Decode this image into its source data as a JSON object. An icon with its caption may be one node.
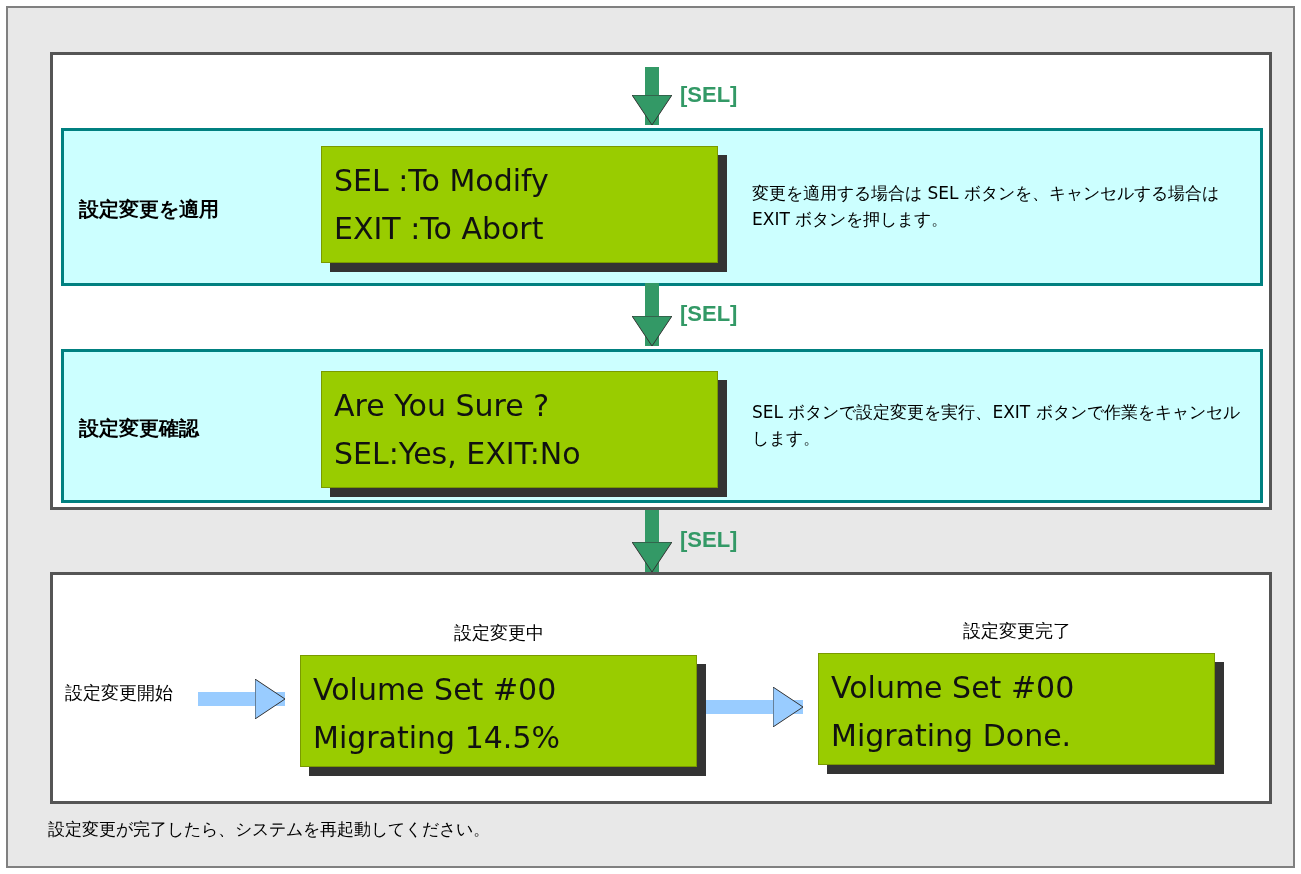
{
  "diagram": {
    "nodes": [
      {
        "text": [],
        "shape": "box"
      },
      {
        "text": [
          "設定変更を適用",
          "変更を適用する場合は SEL ボタンを、キャンセルする場合は EXIT ボタンを押します。"
        ],
        "in": 0
      },
      {
        "text": [
          "SEL :To Modify",
          "EXIT :To Abort"
        ],
        "in": 1
      },
      {
        "text": [
          "設定変更確認",
          "SEL ボタンで設定変更を実行、EXIT ボタンで作業をキャンセルします。"
        ],
        "in": 0
      },
      {
        "text": [
          "Are You Sure ?",
          "SEL:Yes, EXIT:No"
        ],
        "in": 3
      },
      {
        "text": [],
        "shape": "box"
      },
      {
        "text": [
          "設定変更開始"
        ],
        "in": 5
      },
      {
        "text": [
          "Volume Set #00",
          "Migrating 14.5%"
        ],
        "in": 5,
        "beside": [
          "設定変更中"
        ]
      },
      {
        "text": [
          "Volume Set #00",
          "Migrating Done."
        ],
        "in": 5,
        "beside": [
          "設定変更完了"
        ]
      }
    ],
    "edges": [
      {
        "from": null,
        "to": 1,
        "arrow": "to",
        "label": "[SEL]"
      },
      {
        "from": 1,
        "to": 3,
        "arrow": "to",
        "label": "[SEL]"
      },
      {
        "from": 0,
        "to": 5,
        "arrow": "to",
        "label": "[SEL]"
      },
      {
        "from": 6,
        "to": 7,
        "arrow": "to",
        "color": "#99ccff"
      },
      {
        "from": 7,
        "to": 8,
        "arrow": "to",
        "color": "#99ccff"
      }
    ],
    "labels": [
      "設定変更が完了したら、システムを再起動してください。"
    ]
  }
}
